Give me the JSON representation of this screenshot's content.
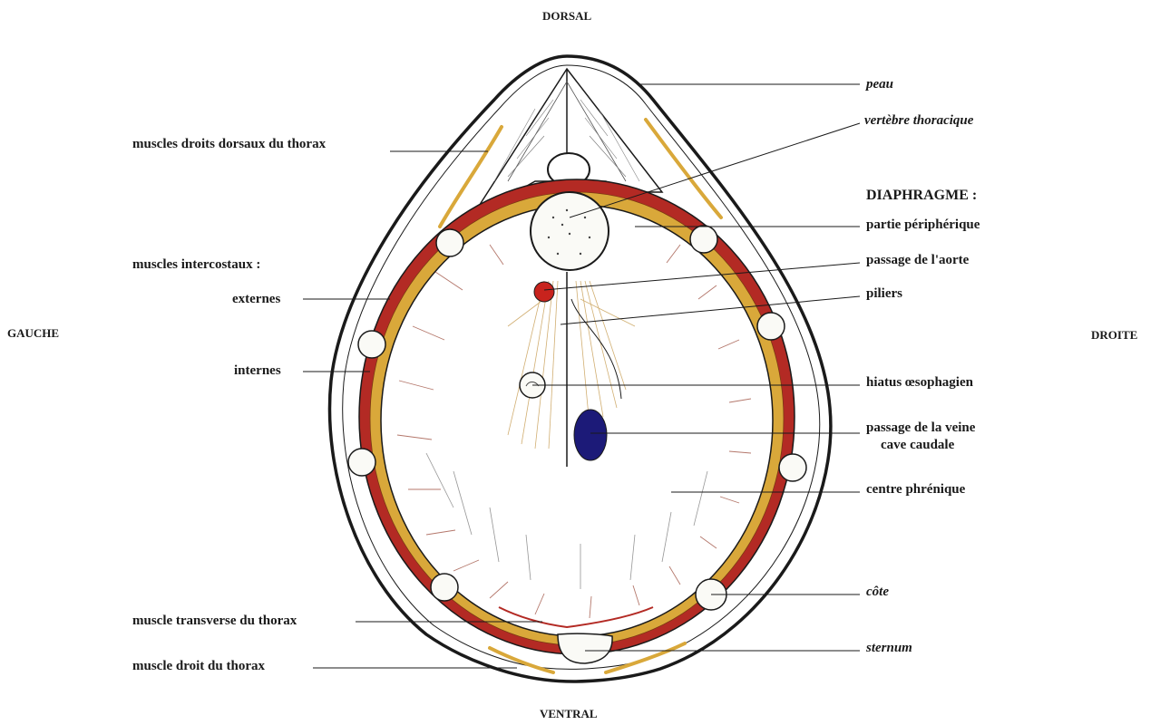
{
  "orientation": {
    "top": "DORSAL",
    "bottom": "VENTRAL",
    "left": "GAUCHE",
    "right": "DROITE"
  },
  "labels_left": {
    "dorsal_muscles": "muscles droits dorsaux du thorax",
    "intercostal_title": "muscles intercostaux :",
    "external": "externes",
    "internal": "internes",
    "transverse": "muscle transverse du thorax",
    "rectus": "muscle droit du thorax"
  },
  "labels_right": {
    "skin": "peau",
    "vertebra": "vertèbre thoracique",
    "diaphragm_title": "DIAPHRAGME :",
    "peripheral": "partie périphérique",
    "aorta": "passage de l'aorte",
    "pillars": "piliers",
    "esophageal": "hiatus œsophagien",
    "vena_cava_line1": "passage de la veine",
    "vena_cava_line2": "cave caudale",
    "phrenic_center": "centre phrénique",
    "rib": "côte",
    "sternum": "sternum"
  },
  "colors": {
    "muscle_red": "#b32a24",
    "muscle_yellow": "#d9a83a",
    "aorta_red": "#c8231d",
    "vena_cava_blue": "#1c1a78",
    "outline": "#1a1a1a"
  }
}
